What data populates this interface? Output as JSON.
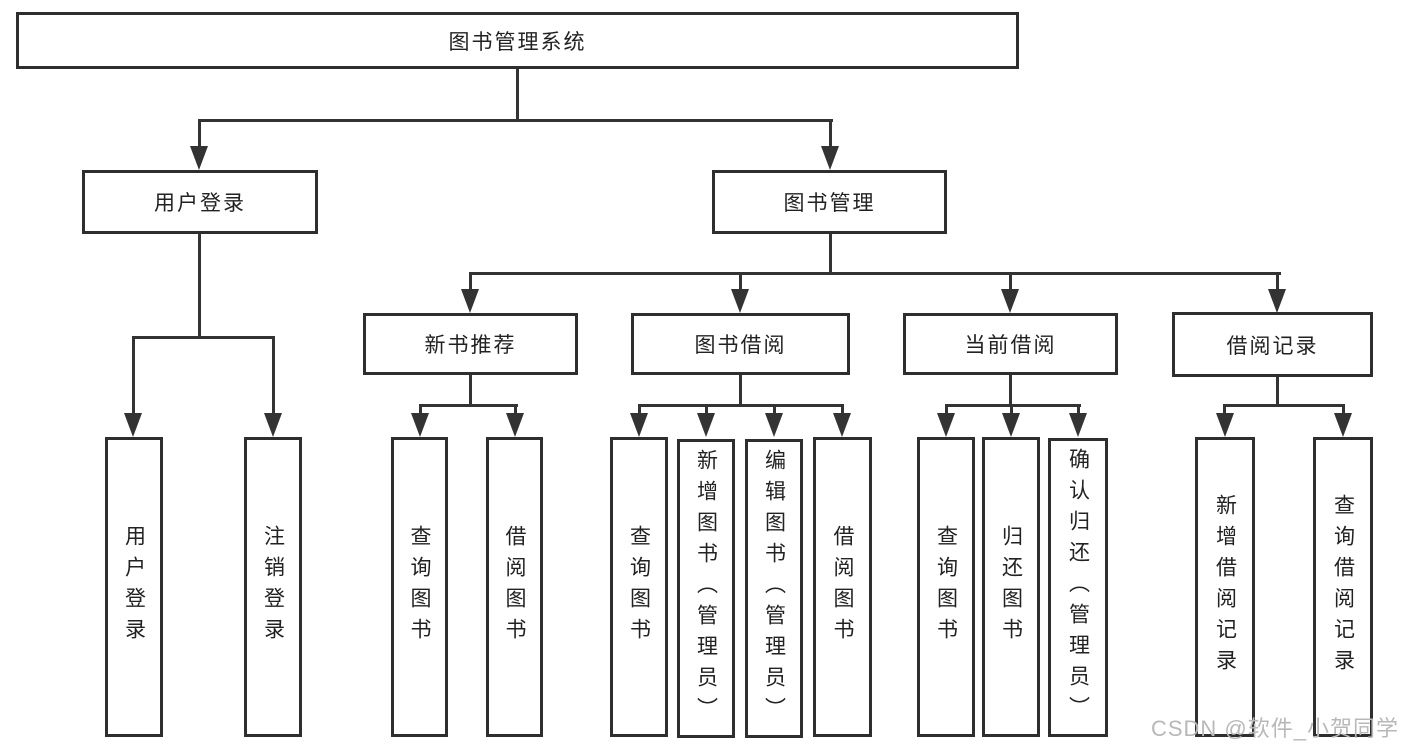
{
  "diagram_type": "hierarchy-tree",
  "tree": {
    "root": "图书管理系统",
    "level2": [
      {
        "label": "用户登录",
        "parent": "图书管理系统"
      },
      {
        "label": "图书管理",
        "parent": "图书管理系统"
      }
    ],
    "level3": [
      {
        "label": "新书推荐",
        "parent": "图书管理"
      },
      {
        "label": "图书借阅",
        "parent": "图书管理"
      },
      {
        "label": "当前借阅",
        "parent": "图书管理"
      },
      {
        "label": "借阅记录",
        "parent": "图书管理"
      }
    ],
    "leaves": [
      {
        "label": "用户登录",
        "parent": "用户登录"
      },
      {
        "label": "注销登录",
        "parent": "用户登录"
      },
      {
        "label": "查询图书",
        "parent": "新书推荐"
      },
      {
        "label": "借阅图书",
        "parent": "新书推荐"
      },
      {
        "label": "查询图书",
        "parent": "图书借阅"
      },
      {
        "label": "新增图书（管理员）",
        "parent": "图书借阅"
      },
      {
        "label": "编辑图书（管理员）",
        "parent": "图书借阅"
      },
      {
        "label": "借阅图书",
        "parent": "图书借阅"
      },
      {
        "label": "查询图书",
        "parent": "当前借阅"
      },
      {
        "label": "归还图书",
        "parent": "当前借阅"
      },
      {
        "label": "确认归还（管理员）",
        "parent": "当前借阅"
      },
      {
        "label": "新增借阅记录",
        "parent": "借阅记录"
      },
      {
        "label": "查询借阅记录",
        "parent": "借阅记录"
      }
    ]
  },
  "colors": {
    "line": "#333333",
    "box_border": "#2e2e2e",
    "box_fill": "#ffffff",
    "text": "#222222",
    "background": "#ffffff",
    "watermark": "#b8b8b8"
  },
  "watermark": "CSDN @软件_小贺同学"
}
